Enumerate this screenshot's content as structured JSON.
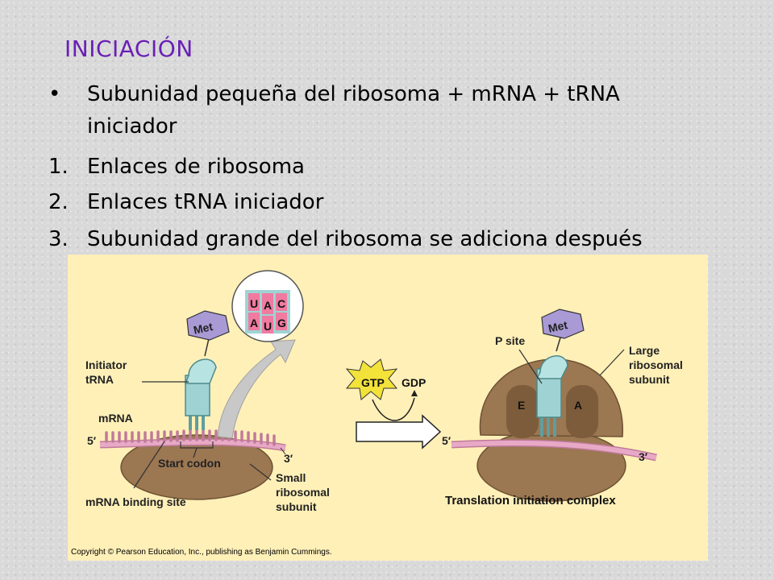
{
  "title": "INICIACIÓN",
  "bullet_marker": "•",
  "bullet_line1": "Subunidad pequeña del ribosoma  + mRNA +  tRNA",
  "bullet_line2": "iniciador",
  "numbered": [
    {
      "num": "1.",
      "text": "Enlaces de ribosoma"
    },
    {
      "num": "2.",
      "text": "Enlaces tRNA iniciador"
    },
    {
      "num": "3.",
      "text": "Subunidad grande del ribosoma  se adiciona después"
    }
  ],
  "figure": {
    "met_left": "Met",
    "met_right": "Met",
    "initiator_trna": [
      "Initiator",
      "tRNA"
    ],
    "mrna": "mRNA",
    "five_prime_left": "5′",
    "three_prime_left": "3′",
    "start_codon": "Start codon",
    "small_subunit": [
      "Small",
      "ribosomal",
      "subunit"
    ],
    "mrna_binding_site": "mRNA binding site",
    "codon_top": [
      "U",
      "A",
      "C"
    ],
    "codon_bottom": [
      "A",
      "U",
      "G"
    ],
    "gtp": "GTP",
    "gdp": "GDP",
    "p_site": "P site",
    "large_subunit": [
      "Large",
      "ribosomal",
      "subunit"
    ],
    "e_site": "E",
    "a_site": "A",
    "five_prime_right": "5′",
    "three_prime_right": "3′",
    "complex_label": "Translation initiation complex",
    "copyright": "Copyright © Pearson Education, Inc., publishing as Benjamin Cummings."
  },
  "colors": {
    "title": "#6a1fb5",
    "figure_bg": "#fff0b8",
    "ribosome": "#9b7752",
    "trna": "#9fd3d3",
    "met": "#a99ad6",
    "mrna": "#e8a9c6",
    "gtp_star": "#f2e23a"
  }
}
